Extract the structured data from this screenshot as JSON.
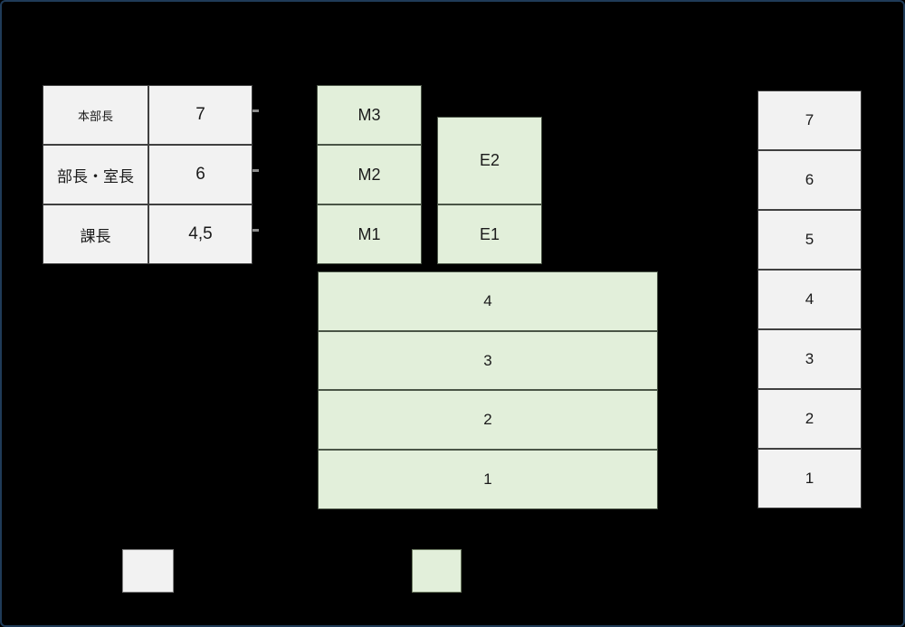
{
  "colors": {
    "background": "#000000",
    "frame_border": "#1f3b58",
    "gray_fill": "#f2f2f2",
    "gray_border": "#404040",
    "green_fill": "#e2efda",
    "green_border": "#4a5546",
    "tick": "#8c8c8c",
    "text": "#1a1a1a"
  },
  "rank_table": {
    "rows": [
      {
        "label": "本部長",
        "grade": "7"
      },
      {
        "label": "部長・室長",
        "grade": "6"
      },
      {
        "label": "課長",
        "grade": "4,5"
      }
    ]
  },
  "management_track": {
    "boxes": [
      {
        "label": "M3"
      },
      {
        "label": "M2"
      },
      {
        "label": "M1"
      }
    ]
  },
  "expert_track": {
    "boxes": [
      {
        "label": "E2"
      },
      {
        "label": "E1"
      }
    ]
  },
  "grade_band_stack": {
    "boxes": [
      {
        "label": "4"
      },
      {
        "label": "3"
      },
      {
        "label": "2"
      },
      {
        "label": "1"
      }
    ]
  },
  "grade_scale": {
    "boxes": [
      {
        "label": "7"
      },
      {
        "label": "6"
      },
      {
        "label": "5"
      },
      {
        "label": "4"
      },
      {
        "label": "3"
      },
      {
        "label": "2"
      },
      {
        "label": "1"
      }
    ]
  },
  "legend": {
    "items": [
      {
        "name": "gray-swatch",
        "color": "#f2f2f2"
      },
      {
        "name": "green-swatch",
        "color": "#e2efda"
      }
    ]
  }
}
